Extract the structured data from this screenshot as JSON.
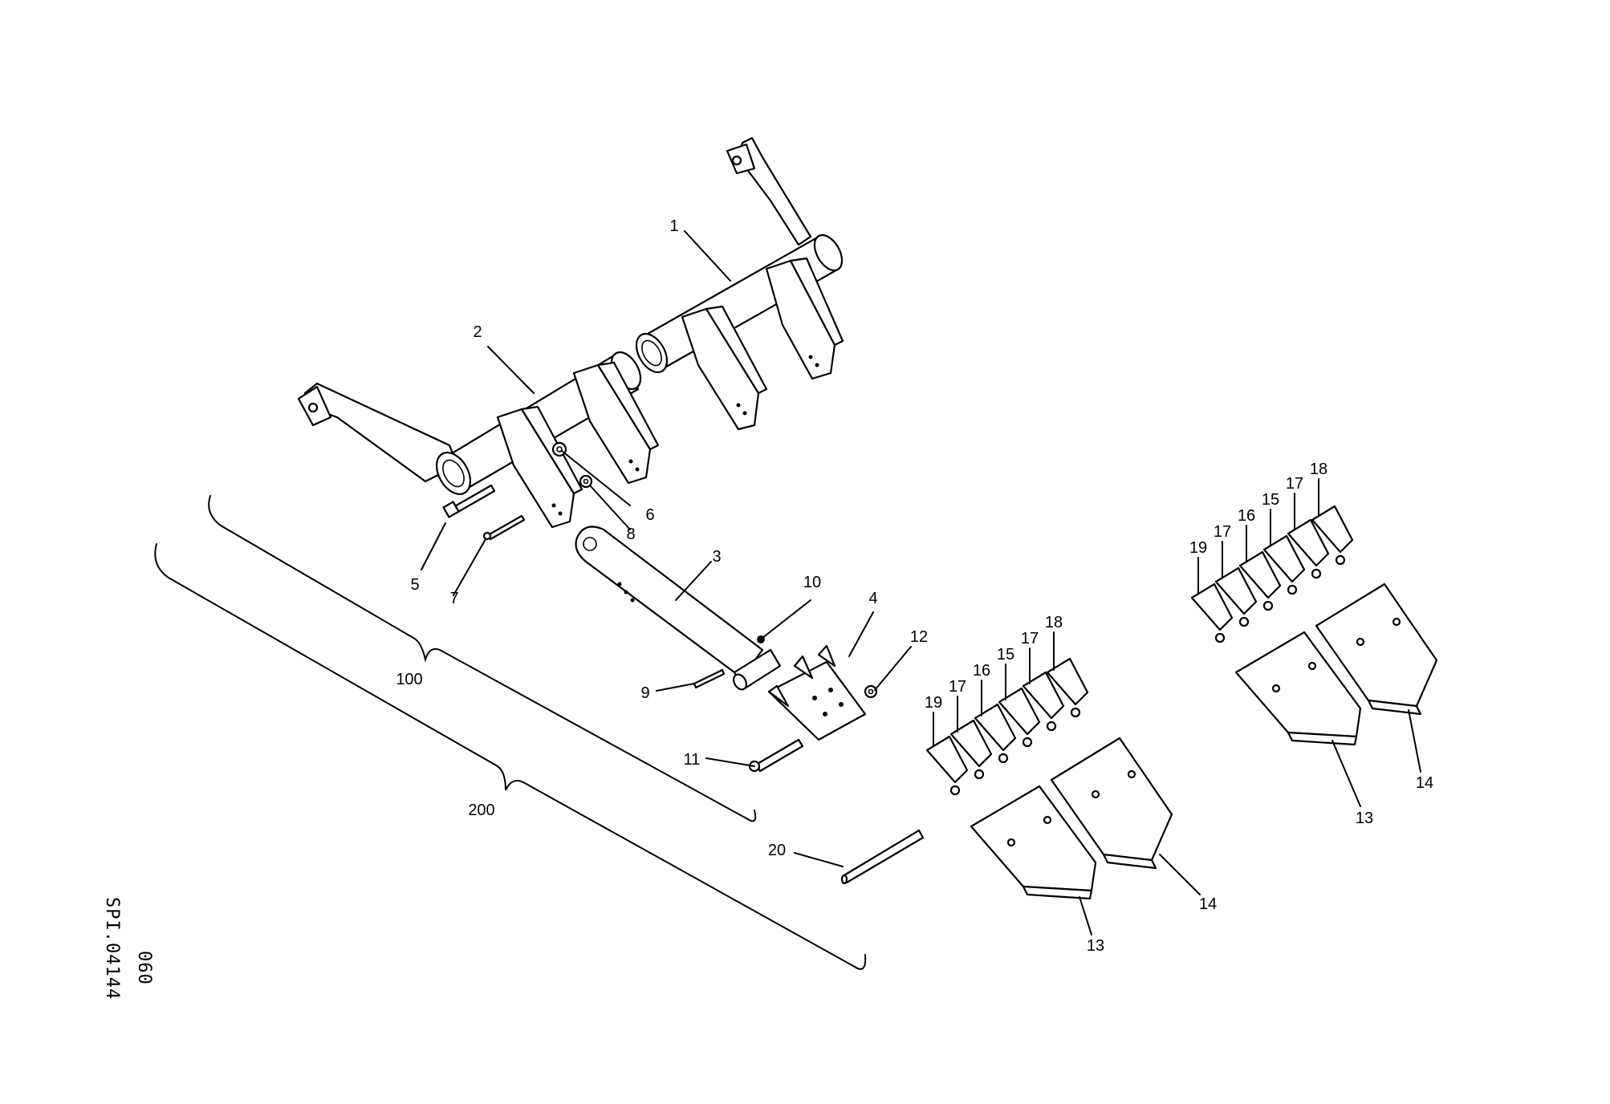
{
  "labels": {
    "l1": "1",
    "l2": "2",
    "l3": "3",
    "l4": "4",
    "l5": "5",
    "l6": "6",
    "l7": "7",
    "l8": "8",
    "l9": "9",
    "l10": "10",
    "l11": "11",
    "l12": "12",
    "l13a": "13",
    "l13b": "13",
    "l14a": "14",
    "l14b": "14",
    "l15a": "15",
    "l15b": "15",
    "l16a": "16",
    "l16b": "16",
    "l17a": "17",
    "l17b": "17",
    "l17c": "17",
    "l17d": "17",
    "l18a": "18",
    "l18b": "18",
    "l19a": "19",
    "l19b": "19",
    "l20": "20",
    "l100": "100",
    "l200": "200"
  },
  "drawing_code": {
    "line1": "SPI.04144",
    "line2": "060"
  }
}
